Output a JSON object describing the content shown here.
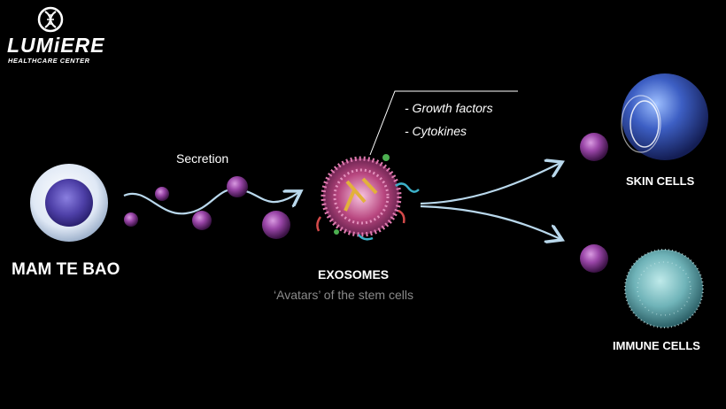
{
  "brand": {
    "name": "LUMiERE",
    "subtitle": "HEALTHCARE CENTER",
    "logo_icon": "dna-helix-icon"
  },
  "labels": {
    "stem_cell": "MAM TE BAO",
    "secretion": "Secretion",
    "growth_factors": "- Growth factors",
    "cytokines": "- Cytokines",
    "exosomes": "EXOSOMES",
    "avatars": "‘Avatars’ of the stem cells",
    "skin_cells": "SKIN CELLS",
    "immune_cells": "IMMUNE CELLS"
  },
  "colors": {
    "background": "#000000",
    "arrow": "#b9d8ec",
    "vesicle": "#8a3f96",
    "nucleus": "#5a4bb5",
    "skin_cell": "#3d5fc4",
    "immune_cell": "#7fc9cc"
  }
}
